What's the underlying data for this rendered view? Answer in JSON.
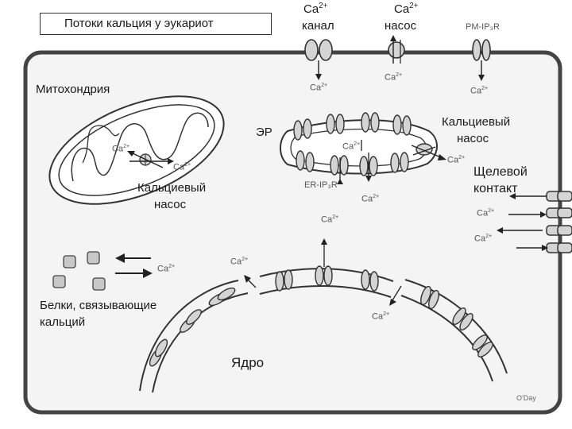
{
  "title": "Потоки кальция у эукариот",
  "ca_symbol": "Ca",
  "ca_charge": "2+",
  "labels": {
    "ca_channel": "канал",
    "ca_pump_top": "насос",
    "pm_ip3r": "PM-IP₃R",
    "mitochondria": "Митохондрия",
    "calcium_pump_word": "Кальциевый",
    "pump_word": "насос",
    "er": "ЭР",
    "er_ip3r": "ER-IP₃R",
    "gap_junction_1": "Щелевой",
    "gap_junction_2": "контакт",
    "binding_proteins_1": "Белки, связывающие",
    "binding_proteins_2": "кальций",
    "nucleus": "Ядро",
    "credit": "O'Day"
  },
  "colors": {
    "cell_membrane": "#444444",
    "cell_fill": "#f4f4f4",
    "organelle_stroke": "#333333",
    "protein_fill": "#d4d4d4",
    "text": "#1a1a1a"
  }
}
